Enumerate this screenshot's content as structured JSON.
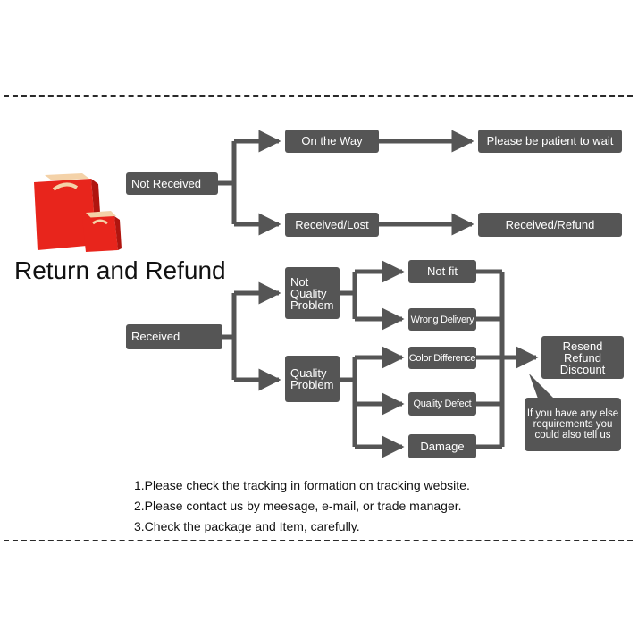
{
  "title": "Return and Refund",
  "nodes": {
    "not_received": "Not Received",
    "on_the_way": "On the Way",
    "please_wait": "Please be patient to wait",
    "received_lost": "Received/Lost",
    "received_refund": "Received/Refund",
    "received": "Received",
    "not_quality_problem": [
      "Not",
      "Quality",
      "Problem"
    ],
    "quality_problem": [
      "Quality",
      "Problem"
    ],
    "not_fit": "Not fit",
    "wrong_delivery": "Wrong Delivery",
    "color_difference": "Color Difference",
    "quality_defect": "Quality Defect",
    "damage": "Damage",
    "resolution": [
      "Resend",
      "Refund",
      "Discount"
    ]
  },
  "bubble": [
    "If you have any else",
    "requirements you",
    "could also tell us"
  ],
  "notes": [
    "1.Please check the tracking in formation on tracking website.",
    "2.Please contact us by meesage, e-mail, or trade manager.",
    "3.Check the package and Item, carefully."
  ],
  "colors": {
    "box": "#555555",
    "box_text": "#ffffff",
    "connector": "#555555",
    "bag_red": "#e8251c",
    "bag_dark": "#b0150f",
    "bag_handle": "#f4d2a8"
  },
  "icon": "shopping-bags-icon"
}
